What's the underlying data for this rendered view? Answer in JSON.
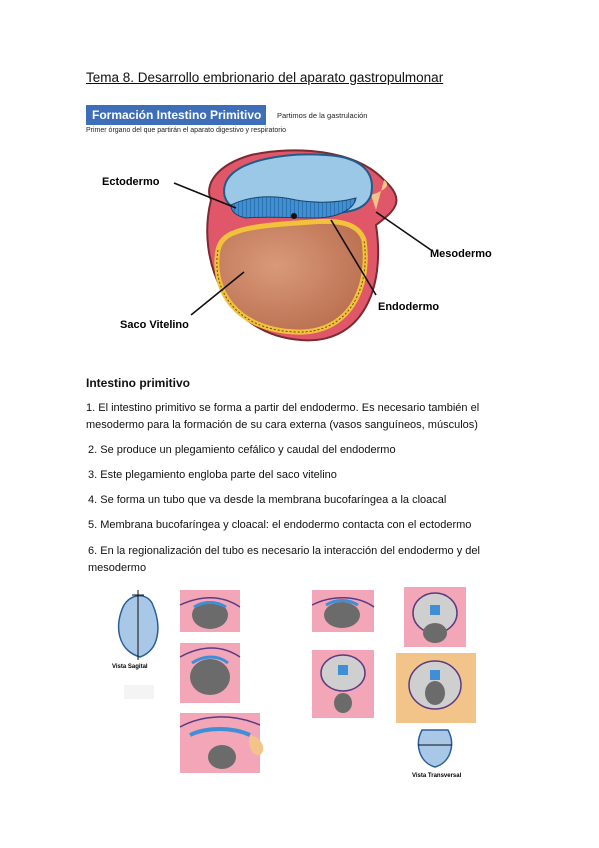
{
  "doc": {
    "title": "Tema 8. Desarrollo embrionario del aparato gastropulmonar"
  },
  "figure1": {
    "banner": "Formación Intestino Primitivo",
    "side_note": "Partimos de la gastrulación",
    "subtitle": "Primer órgano del que partirán el aparato digestivo y respiratorio",
    "labels": {
      "ectodermo": "Ectodermo",
      "mesodermo": "Mesodermo",
      "endodermo": "Endodermo",
      "saco": "Saco Vitelino"
    }
  },
  "section": {
    "heading": "Intestino primitivo",
    "items": [
      "1. El intestino primitivo se forma a partir del endodermo. Es necesario también el mesodermo para la formación de su cara externa (vasos sanguíneos, músculos)",
      "2. Se produce un plegamiento cefálico y caudal del endodermo",
      "3. Este plegamiento engloba parte del saco vitelino",
      "4. Se forma un tubo que va desde la membrana bucofaríngea a la cloacal",
      "5. Membrana bucofaríngea y cloacal: el endodermo contacta con el ectodermo",
      "6. En la regionalización del tubo es necesario la interacción del endodermo y del mesodermo"
    ]
  },
  "figure2": {
    "label_sagital": "Vista Sagital",
    "label_transversal": "Vista Transversal"
  },
  "colors": {
    "banner_blue": "#3e6eb8",
    "ectoderm_blue": "#3e8fd6",
    "mesoderm_red": "#d9505a",
    "endoderm_yellow": "#f2c23a",
    "yolk_brown": "#c7825f",
    "pink_bg": "#f2a6b8"
  }
}
